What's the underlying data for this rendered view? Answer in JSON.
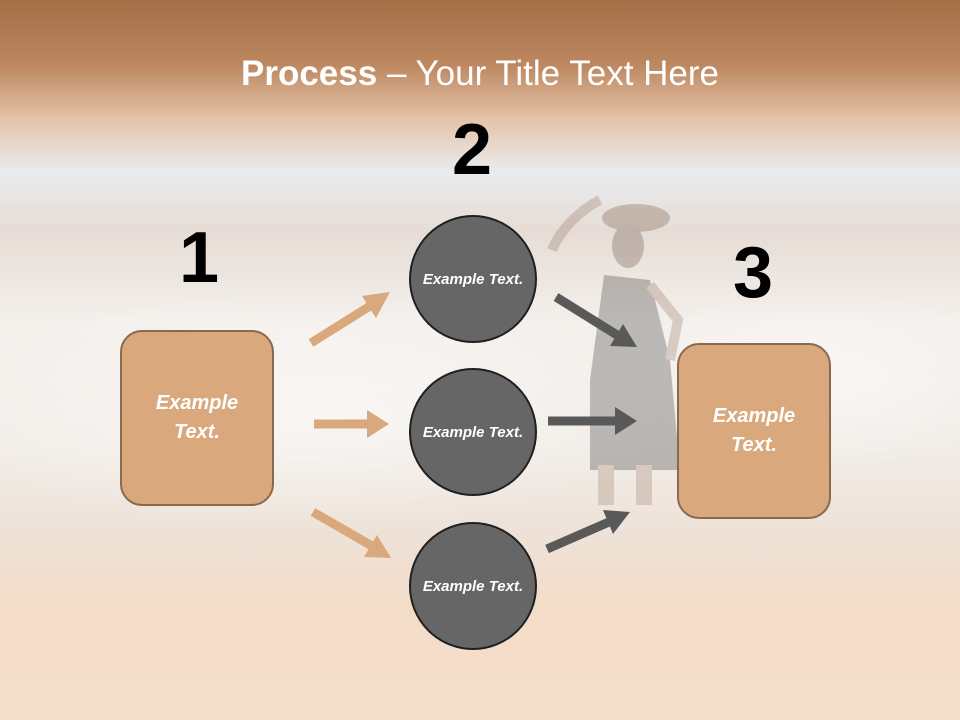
{
  "slide": {
    "title_bold": "Process",
    "title_rest": " – Your Title Text Here"
  },
  "steps": [
    {
      "number": "1",
      "text": "Example Text."
    },
    {
      "number": "2",
      "text": "Example Text."
    },
    {
      "number": "3",
      "text": "Example Text."
    }
  ],
  "middle": [
    {
      "text": "Example Text."
    },
    {
      "text": "Example Text."
    },
    {
      "text": "Example Text."
    }
  ],
  "colors": {
    "box_fill": "#d9a87c",
    "circle_fill": "#666666",
    "arrow_tan": "#d9a87c",
    "arrow_gray": "#595959",
    "title_text": "#ffffff"
  }
}
